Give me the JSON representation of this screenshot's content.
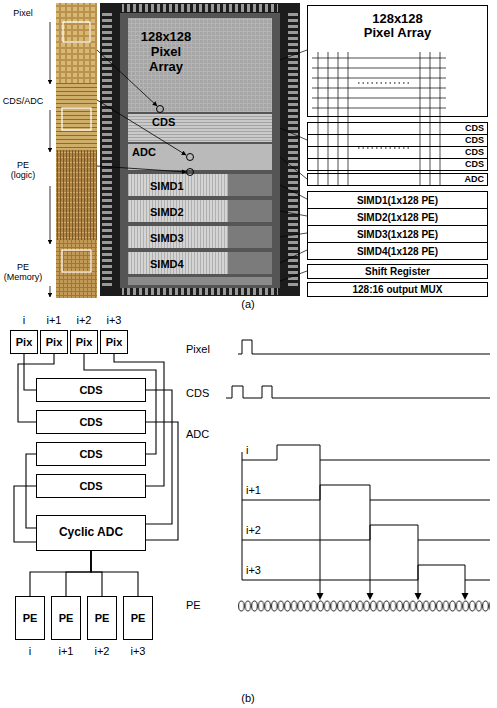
{
  "diagram": {
    "nodes": [
      {
        "text": [
          "128x128 Pixel Array"
        ]
      },
      {
        "text": [
          "CDS"
        ]
      },
      {
        "text": [
          "CDS"
        ]
      },
      {
        "text": [
          "CDS"
        ]
      },
      {
        "text": [
          "CDS"
        ]
      },
      {
        "text": [
          "ADC"
        ]
      },
      {
        "text": [
          "SIMD1(1x128 PE)"
        ]
      },
      {
        "text": [
          "SIMD2(1x128 PE)"
        ]
      },
      {
        "text": [
          "SIMD3(1x128 PE)"
        ]
      },
      {
        "text": [
          "SIMD4(1x128 PE)"
        ]
      },
      {
        "text": [
          "Shift Register"
        ]
      },
      {
        "text": [
          "128:16 output MUX"
        ]
      },
      {
        "text": [
          "Pix"
        ]
      },
      {
        "text": [
          "Pix"
        ]
      },
      {
        "text": [
          "Pix"
        ]
      },
      {
        "text": [
          "Pix"
        ]
      },
      {
        "text": [
          "CDS"
        ]
      },
      {
        "text": [
          "CDS"
        ]
      },
      {
        "text": [
          "CDS"
        ]
      },
      {
        "text": [
          "CDS"
        ]
      },
      {
        "text": [
          "Cyclic ADC"
        ]
      },
      {
        "text": [
          "PE"
        ]
      },
      {
        "text": [
          "PE"
        ]
      },
      {
        "text": [
          "PE"
        ]
      },
      {
        "text": [
          "PE"
        ]
      }
    ],
    "edges": [
      {
        "from": 12,
        "to": 16,
        "arrow": "none"
      },
      {
        "from": 13,
        "to": 17,
        "arrow": "none"
      },
      {
        "from": 14,
        "to": 18,
        "arrow": "none"
      },
      {
        "from": 15,
        "to": 19,
        "arrow": "none"
      },
      {
        "from": 16,
        "to": 20,
        "arrow": "none"
      },
      {
        "from": 17,
        "to": 20,
        "arrow": "none"
      },
      {
        "from": 18,
        "to": 20,
        "arrow": "none"
      },
      {
        "from": 19,
        "to": 20,
        "arrow": "none"
      },
      {
        "from": 20,
        "to": 21,
        "arrow": "none"
      },
      {
        "from": 20,
        "to": 22,
        "arrow": "none"
      },
      {
        "from": 20,
        "to": 23,
        "arrow": "none"
      },
      {
        "from": 20,
        "to": 24,
        "arrow": "none"
      }
    ],
    "labels": [
      "Pixel",
      "CDS/ADC",
      "PE (logic)",
      "PE (Memory)",
      "128x128 Pixel Array",
      "CDS",
      "ADC",
      "SIMD1",
      "SIMD2",
      "SIMD3",
      "SIMD4",
      "(a)",
      "i",
      "i+1",
      "i+2",
      "i+3",
      "Pixel",
      "CDS",
      "ADC",
      "i",
      "i+1",
      "i+2",
      "i+3",
      "PE",
      "i",
      "i+1",
      "i+2",
      "i+3",
      "(b)"
    ]
  }
}
